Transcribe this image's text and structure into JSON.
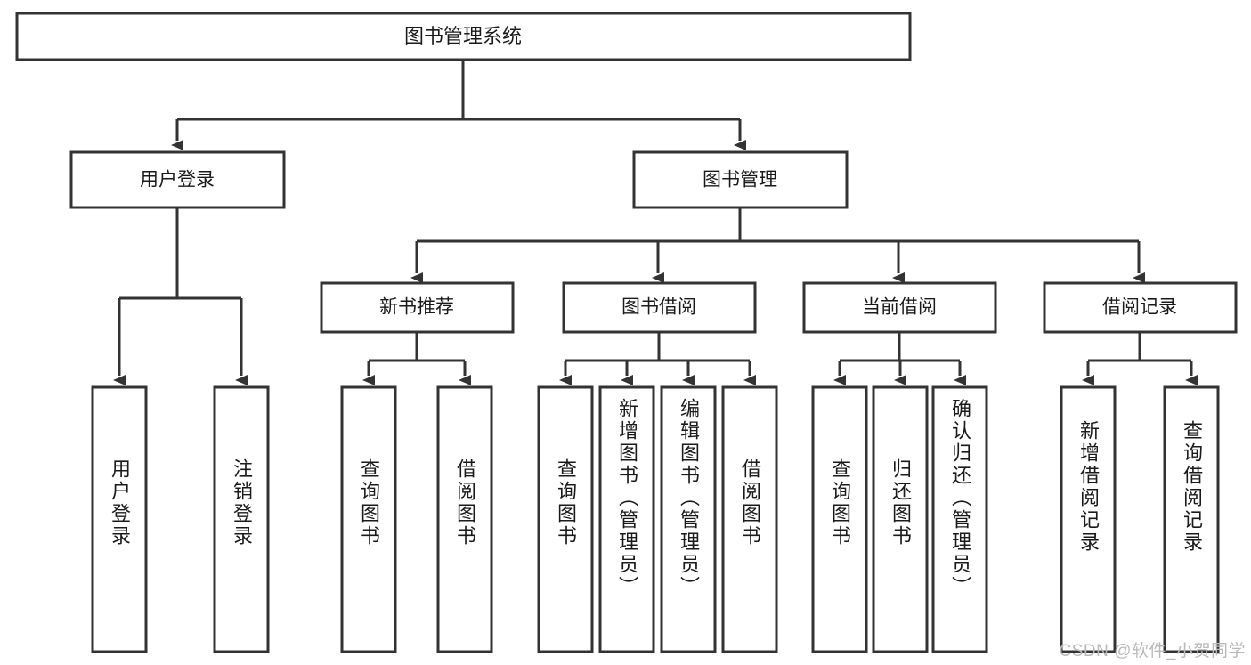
{
  "diagram": {
    "type": "tree-hierarchy-chart",
    "title": "图书管理系统",
    "watermark": "CSDN @软件_小贺同学",
    "colors": {
      "stroke": "#333333",
      "fill": "#ffffff",
      "text": "#1a1a1a",
      "watermark": "#b9b9b9",
      "background": "#ffffff"
    },
    "root": {
      "label": "图书管理系统"
    },
    "level2": [
      {
        "label": "用户登录"
      },
      {
        "label": "图书管理"
      }
    ],
    "level3": [
      {
        "label": "新书推荐"
      },
      {
        "label": "图书借阅"
      },
      {
        "label": "当前借阅"
      },
      {
        "label": "借阅记录"
      }
    ],
    "leaves": {
      "user_login": [
        {
          "label": "用户登录"
        },
        {
          "label": "注销登录"
        }
      ],
      "new_book_recommend": [
        {
          "label": "查询图书"
        },
        {
          "label": "借阅图书"
        }
      ],
      "book_borrow": [
        {
          "label": "查询图书"
        },
        {
          "label": "新增图书（管理员）"
        },
        {
          "label": "编辑图书（管理员）"
        },
        {
          "label": "借阅图书"
        }
      ],
      "current_borrow": [
        {
          "label": "查询图书"
        },
        {
          "label": "归还图书"
        },
        {
          "label": "确认归还（管理员）"
        }
      ],
      "borrow_record": [
        {
          "label": "新增借阅记录"
        },
        {
          "label": "查询借阅记录"
        }
      ]
    }
  }
}
